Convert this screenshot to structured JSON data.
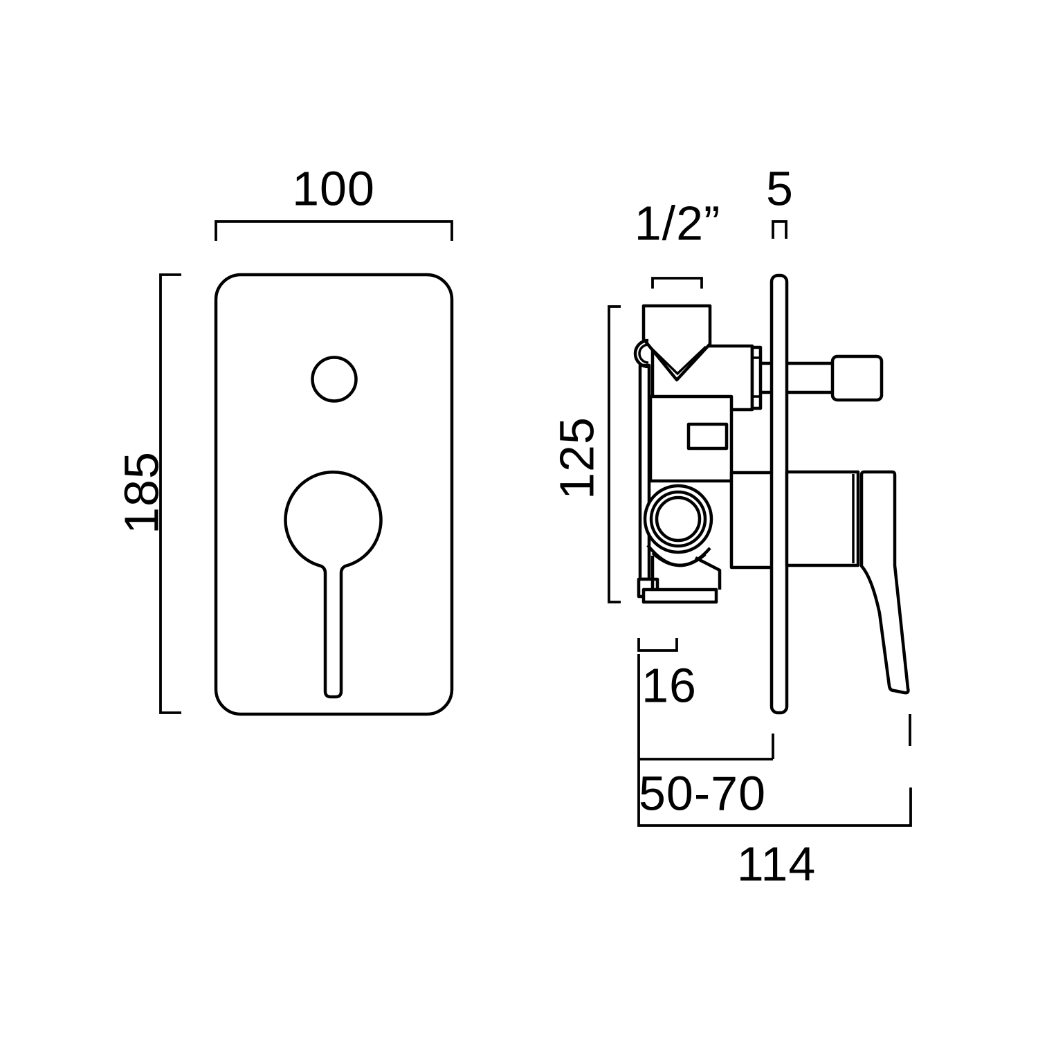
{
  "page": {
    "background_color": "#ffffff",
    "line_color": "#000000",
    "description": "Technical dimension drawing of a concealed manual shower valve with diverter: front elevation and side elevation"
  },
  "front_view": {
    "width_dim": "100",
    "height_dim": "185"
  },
  "side_view": {
    "inlet_dim": "1/2”",
    "plate_thickness_dim": "5",
    "body_height_dim": "125",
    "bracket_depth_dim": "16",
    "recess_depth_dim": "50-70",
    "overall_depth_dim": "114"
  }
}
